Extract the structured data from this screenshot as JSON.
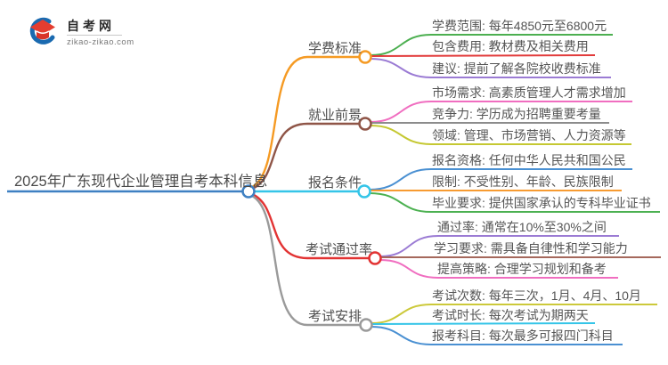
{
  "logo": {
    "title": "自考网",
    "domain": "zikao-zikao.com",
    "icon": "graduation-cap-icon",
    "swoosh_color": "#1a6ab0",
    "cap_color": "#e43d30"
  },
  "central": {
    "label": "2025年广东现代企业管理自考本科信息",
    "color": "#3f80c2"
  },
  "branches": [
    {
      "label": "学费标准",
      "color": "#f59a23",
      "children": [
        {
          "text": "学费范围: 每年4850元至6800元",
          "color": "#4caf50"
        },
        {
          "text": "包含费用: 教材费及相关费用",
          "color": "#e23b3b"
        },
        {
          "text": "建议: 提前了解各院校收费标准",
          "color": "#9b7bd4"
        }
      ]
    },
    {
      "label": "就业前景",
      "color": "#8f5547",
      "children": [
        {
          "text": "市场需求: 高素质管理人才需求增加",
          "color": "#f06ec0"
        },
        {
          "text": "竞争力: 学历成为招聘重要考量",
          "color": "#8c8c8c"
        },
        {
          "text": "领域: 管理、市场营销、人力资源等",
          "color": "#c5c832"
        }
      ]
    },
    {
      "label": "报名条件",
      "color": "#35c5e8",
      "children": [
        {
          "text": "报名资格: 任何中华人民共和国公民",
          "color": "#4a90d2"
        },
        {
          "text": "限制: 不受性别、年龄、民族限制",
          "color": "#f79b31"
        },
        {
          "text": "毕业要求: 提供国家承认的专科毕业证书",
          "color": "#4cb151"
        }
      ]
    },
    {
      "label": "考试通过率",
      "color": "#e23333",
      "children": [
        {
          "text": "通过率: 通常在10%至30%之间",
          "color": "#9b7bd4"
        },
        {
          "text": "学习要求: 需具备自律性和学习能力",
          "color": "#a5685c"
        },
        {
          "text": "提高策略: 合理学习规划和备考",
          "color": "#f06ec0"
        }
      ]
    },
    {
      "label": "考试安排",
      "color": "#9a9a9a",
      "children": [
        {
          "text": "考试次数: 每年三次，1月、4月、10月",
          "color": "#ccc93a"
        },
        {
          "text": "考试时长: 每次考试为期两天",
          "color": "#35c5e8"
        },
        {
          "text": "报考科目: 每次最多可报四门科目",
          "color": "#4a90d2"
        }
      ]
    }
  ]
}
